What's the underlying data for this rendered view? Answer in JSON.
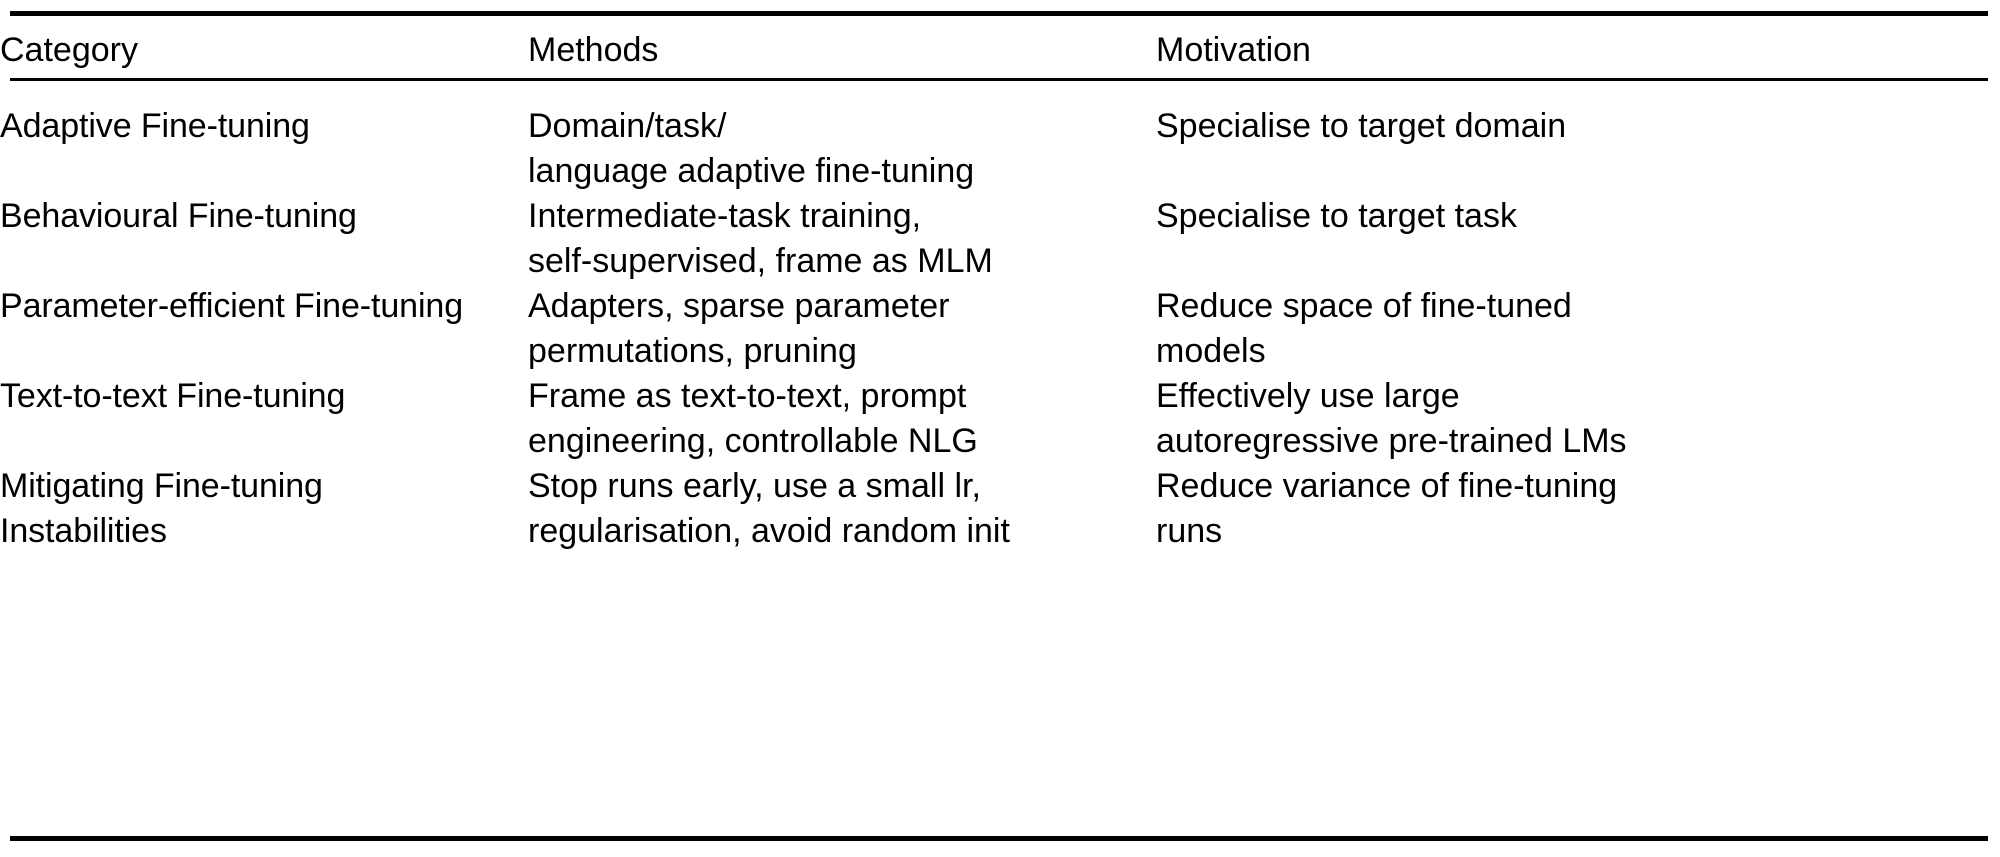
{
  "table": {
    "columns": [
      {
        "key": "category",
        "label": "Category"
      },
      {
        "key": "methods",
        "label": "Methods"
      },
      {
        "key": "motivation",
        "label": "Motivation"
      }
    ],
    "rows": [
      {
        "category": "Adaptive Fine-tuning",
        "category_lines": [
          "Adaptive Fine-tuning"
        ],
        "methods": "Domain/task/ language adaptive fine-tuning",
        "methods_lines": [
          "Domain/task/",
          "language adaptive fine-tuning"
        ],
        "motivation": "Specialise to target domain",
        "motivation_lines": [
          "Specialise to target domain"
        ]
      },
      {
        "category": "Behavioural Fine-tuning",
        "category_lines": [
          "Behavioural Fine-tuning"
        ],
        "methods": "Intermediate-task training, self-supervised, frame as MLM",
        "methods_lines": [
          "Intermediate-task training,",
          "self-supervised, frame as MLM"
        ],
        "motivation": "Specialise to target task",
        "motivation_lines": [
          "Specialise to target task"
        ]
      },
      {
        "category": "Parameter-efficient Fine-tuning",
        "category_lines": [
          "Parameter-efficient Fine-tuning"
        ],
        "methods": "Adapters, sparse parameter permutations, pruning",
        "methods_lines": [
          "Adapters, sparse parameter",
          "permutations, pruning"
        ],
        "motivation": "Reduce space of fine-tuned models",
        "motivation_lines": [
          "Reduce space of fine-tuned",
          "models"
        ]
      },
      {
        "category": "Text-to-text Fine-tuning",
        "category_lines": [
          "Text-to-text Fine-tuning"
        ],
        "methods": "Frame as text-to-text, prompt engineering, controllable NLG",
        "methods_lines": [
          "Frame as text-to-text, prompt",
          "engineering, controllable NLG"
        ],
        "motivation": "Effectively use large autoregressive pre-trained LMs",
        "motivation_lines": [
          "Effectively use large",
          "autoregressive pre-trained LMs"
        ]
      },
      {
        "category": "Mitigating Fine-tuning Instabilities",
        "category_lines": [
          "Mitigating Fine-tuning",
          "Instabilities"
        ],
        "methods": "Stop runs early, use a small lr, regularisation, avoid random init",
        "methods_lines": [
          "Stop runs early, use a small lr,",
          "regularisation, avoid random init"
        ],
        "motivation": "Reduce variance of fine-tuning runs",
        "motivation_lines": [
          "Reduce variance of fine-tuning",
          "runs"
        ]
      }
    ]
  },
  "style": {
    "rule_color": "#000000",
    "text_color": "#000000",
    "background_color": "#ffffff"
  }
}
